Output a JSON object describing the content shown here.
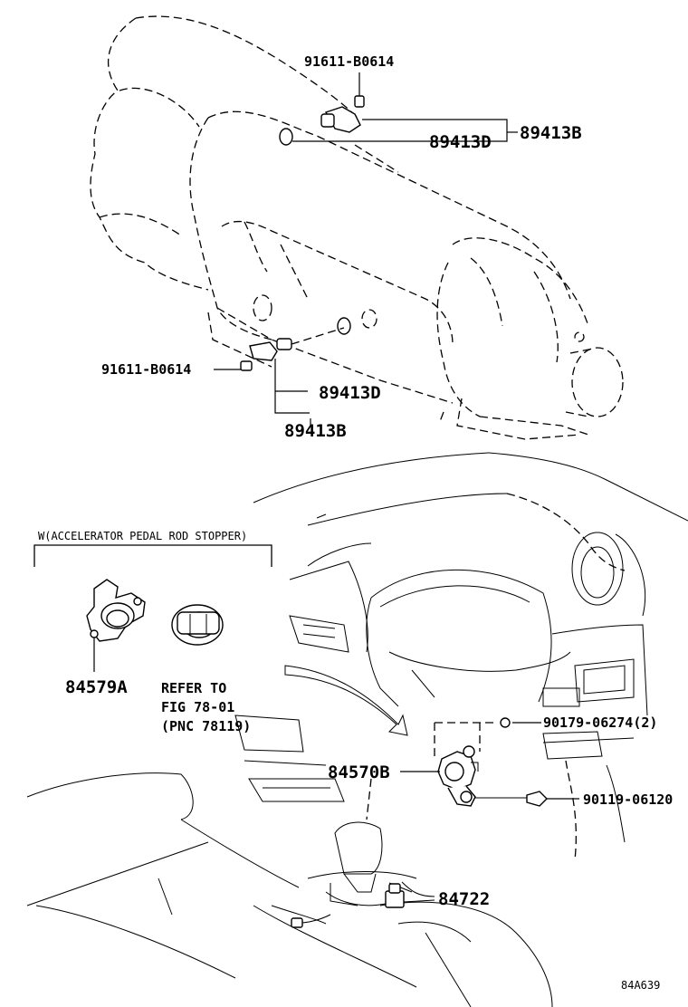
{
  "labels": {
    "bolt_upper": "91611-B0614",
    "oring_upper": "89413D",
    "sensor_upper": "89413B",
    "bolt_lower": "91611-B0614",
    "oring_lower": "89413D",
    "sensor_lower": "89413B",
    "inset_title": "W(ACCELERATOR PEDAL ROD STOPPER)",
    "inset_part": "84579A",
    "refer_line1": "REFER TO",
    "refer_line2": "FIG 78-01",
    "refer_line3": "(PNC 78119)",
    "switch_part": "84570B",
    "nut_part": "90179-06274(2)",
    "screw_part": "90119-06120",
    "connector_part": "84722",
    "figure_code": "84A639"
  }
}
